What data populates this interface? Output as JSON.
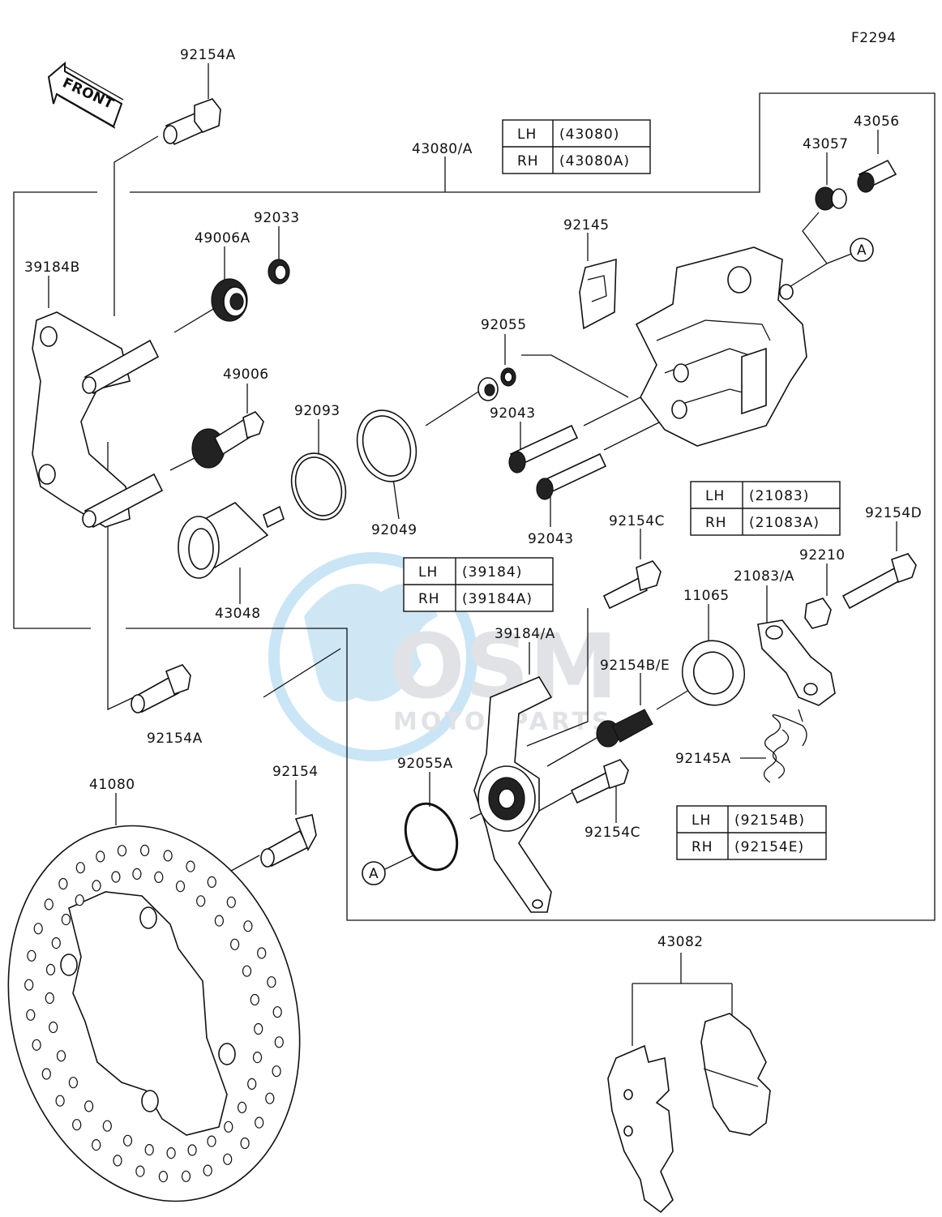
{
  "diagram_code": "F2294",
  "front_label": "FRONT",
  "callout_a": "A",
  "watermark": {
    "brand": "OSM",
    "sub": "MOTORPARTS"
  },
  "parts": {
    "p92154A_top": "92154A",
    "p43080A": "43080/A",
    "p43057": "43057",
    "p43056": "43056",
    "p92033": "92033",
    "p49006A": "49006A",
    "p39184B": "39184B",
    "p92145": "92145",
    "p92055": "92055",
    "p49006": "49006",
    "p92093": "92093",
    "p92043_a": "92043",
    "p92043_b": "92043",
    "p92049": "92049",
    "p43048": "43048",
    "p92154C_top": "92154C",
    "p92154D": "92154D",
    "p92210": "92210",
    "p21083A": "21083/A",
    "p11065": "11065",
    "p39184A": "39184/A",
    "p92154BE": "92154B/E",
    "p92154A_mid": "92154A",
    "p92055A": "92055A",
    "p92145A": "92145A",
    "p92154C_bot": "92154C",
    "p41080": "41080",
    "p92154": "92154",
    "p43082": "43082"
  },
  "tables": {
    "t43080": {
      "lh": "LH",
      "lh_val": "(43080)",
      "rh": "RH",
      "rh_val": "(43080A)"
    },
    "t21083": {
      "lh": "LH",
      "lh_val": "(21083)",
      "rh": "RH",
      "rh_val": "(21083A)"
    },
    "t39184": {
      "lh": "LH",
      "lh_val": "(39184)",
      "rh": "RH",
      "rh_val": "(39184A)"
    },
    "t92154": {
      "lh": "LH",
      "lh_val": "(92154B)",
      "rh": "RH",
      "rh_val": "(92154E)"
    }
  }
}
